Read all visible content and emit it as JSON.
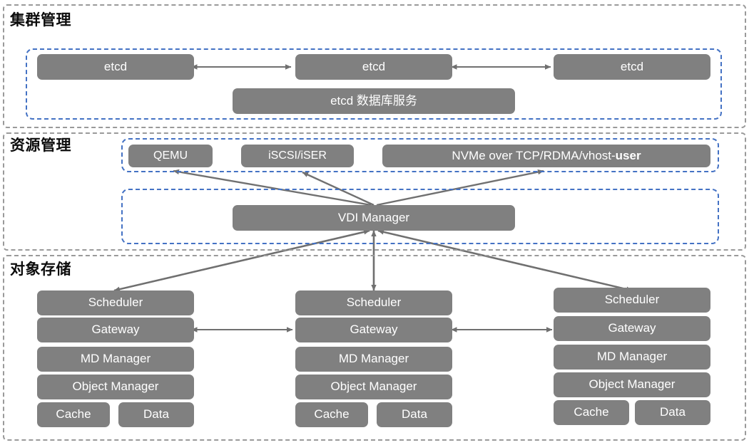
{
  "diagram": {
    "title_hidden": "",
    "colors": {
      "node_fill": "#808080",
      "node_text": "#ffffff",
      "group_border": "#4472c4",
      "section_border": "#9a9a9a",
      "arrow": "#707070",
      "background": "#ffffff"
    }
  },
  "sections": [
    {
      "id": "cluster",
      "title": "集群管理"
    },
    {
      "id": "resource",
      "title": "资源管理"
    },
    {
      "id": "object",
      "title": "对象存储"
    }
  ],
  "cluster": {
    "etcd_nodes": [
      {
        "label": "etcd"
      },
      {
        "label": "etcd"
      },
      {
        "label": "etcd"
      }
    ],
    "service_box": {
      "label": "etcd 数据库服务"
    }
  },
  "resource": {
    "protocols": [
      {
        "label": "QEMU"
      },
      {
        "label": "iSCSI/iSER"
      },
      {
        "label": "NVMe over TCP/RDMA/vhost-",
        "label_bold": "user"
      }
    ],
    "manager": {
      "label": "VDI Manager"
    }
  },
  "object": {
    "columns": [
      {
        "id": "node-left",
        "stack": [
          {
            "label": "Scheduler"
          },
          {
            "label": "Gateway"
          },
          {
            "label": "MD Manager"
          },
          {
            "label": "Object Manager"
          }
        ],
        "bottom_pair": [
          {
            "label": "Cache"
          },
          {
            "label": "Data"
          }
        ]
      },
      {
        "id": "node-middle",
        "stack": [
          {
            "label": "Scheduler"
          },
          {
            "label": "Gateway"
          },
          {
            "label": "MD Manager"
          },
          {
            "label": "Object Manager"
          }
        ],
        "bottom_pair": [
          {
            "label": "Cache"
          },
          {
            "label": "Data"
          }
        ]
      },
      {
        "id": "node-right",
        "stack": [
          {
            "label": "Scheduler"
          },
          {
            "label": "Gateway"
          },
          {
            "label": "MD Manager"
          },
          {
            "label": "Object Manager"
          }
        ],
        "bottom_pair": [
          {
            "label": "Cache"
          },
          {
            "label": "Data"
          }
        ]
      }
    ]
  }
}
